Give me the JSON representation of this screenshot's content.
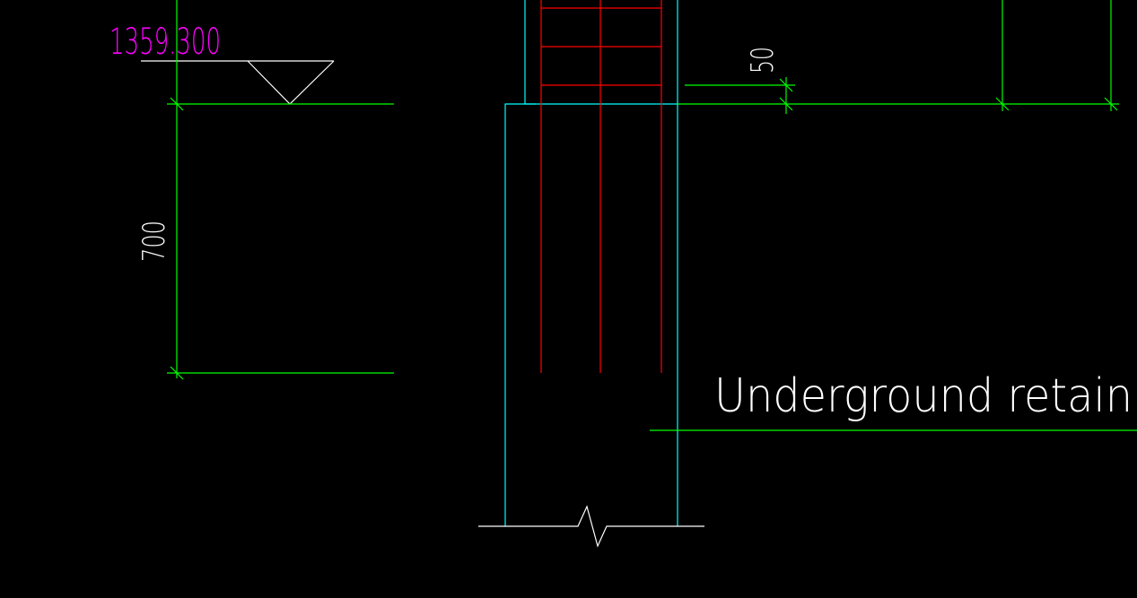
{
  "drawing": {
    "elevation_label": "1359.300",
    "dim_left_label": "700",
    "dim_top_label": "50",
    "callout_label": "Underground retain"
  },
  "colors": {
    "background": "#000000",
    "dimension_line": "#00ff00",
    "wall_outline": "#00ffff",
    "rebar": "#ff0000",
    "annotation_text": "#ffffff",
    "elevation_text": "#ff00ff"
  }
}
